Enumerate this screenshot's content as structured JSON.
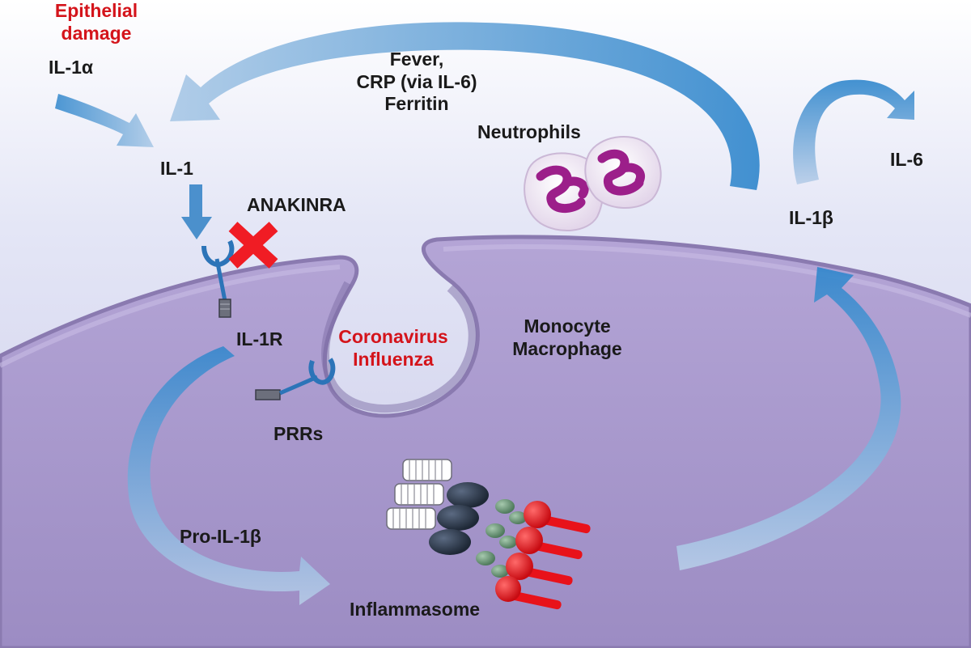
{
  "labels": {
    "epithelial_line1": "Epithelial",
    "epithelial_line2": "damage",
    "il1a": "IL-1α",
    "il1": "IL-1",
    "fever_line1": "Fever,",
    "fever_line2": "CRP (via IL-6)",
    "fever_line3": "Ferritin",
    "neutrophils": "Neutrophils",
    "il6": "IL-6",
    "il1b": "IL-1β",
    "anakinra": "ANAKINRA",
    "il1r": "IL-1R",
    "virus_line1": "Coronavirus",
    "virus_line2": "Influenza",
    "monocyte_line1": "Monocyte",
    "monocyte_line2": "Macrophage",
    "prrs": "PRRs",
    "pro_il1b": "Pro-IL-1β",
    "inflammasome": "Inflammasome"
  },
  "colors": {
    "cell": "#a99acb",
    "cell_edge": "#8a7ab0",
    "arrow_blue": "#4f9fd6",
    "text_red": "#d4141b",
    "block_red": "#f01c24"
  },
  "icons": {
    "inhibit": "red-x-icon"
  }
}
